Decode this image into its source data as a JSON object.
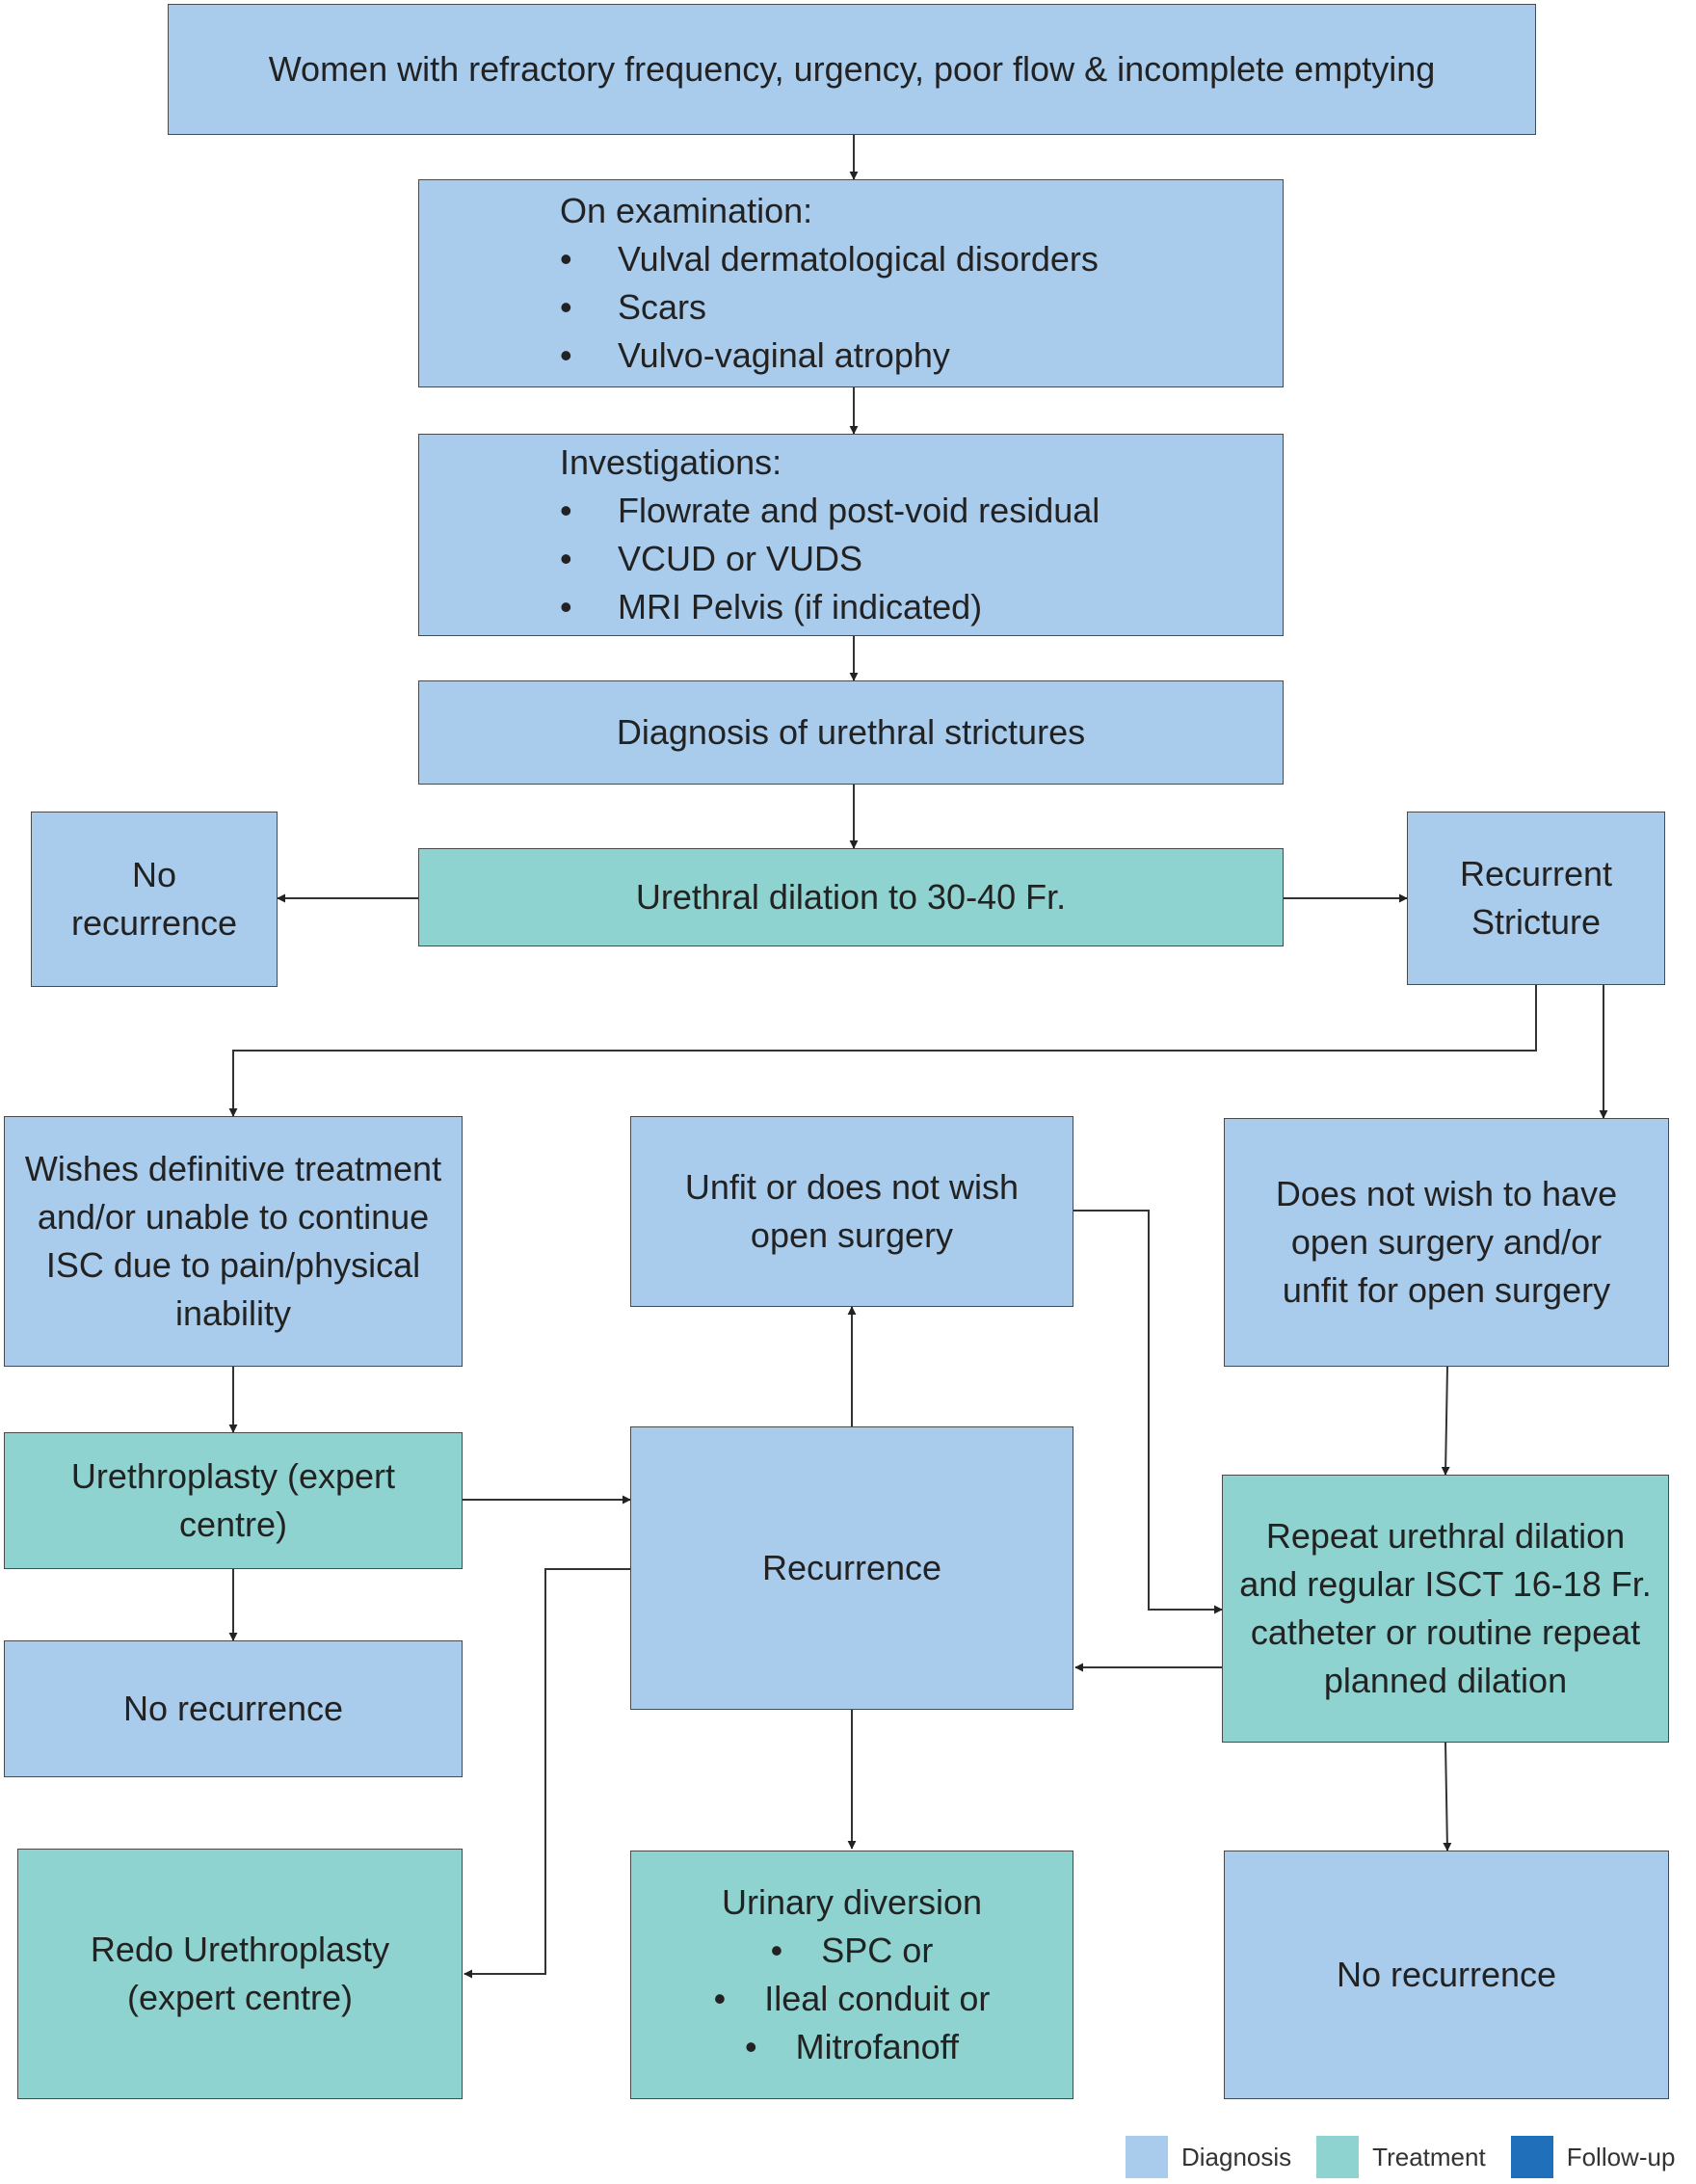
{
  "nodes": {
    "start": "Women with refractory frequency, urgency, poor flow & incomplete emptying",
    "exam": {
      "title": "On examination:",
      "items": [
        "Vulval  dermatological disorders",
        "Scars",
        "Vulvo-vaginal atrophy"
      ]
    },
    "investigations": {
      "title": "Investigations:",
      "items": [
        "Flowrate and post-void residual",
        "VCUD or VUDS",
        "MRI Pelvis (if indicated)"
      ]
    },
    "diagnosis": "Diagnosis of urethral strictures",
    "dilation": "Urethral dilation to 30-40 Fr.",
    "no_recurrence_top": "No recurrence",
    "recurrent_stricture": "Recurrent Stricture",
    "wishes_definitive": "Wishes definitive treatment and/or unable to continue ISC due to pain/physical inability",
    "unfit_open": "Unfit or does not wish open surgery",
    "does_not_wish": "Does not wish to have open surgery and/or unfit for open surgery",
    "urethroplasty": "Urethroplasty (expert centre)",
    "recurrence": "Recurrence",
    "repeat_dilation": "Repeat urethral dilation and regular ISCT 16-18 Fr. catheter or routine repeat planned dilation",
    "no_recurrence_left": "No recurrence",
    "redo_urethroplasty": "Redo Urethroplasty (expert centre)",
    "urinary_diversion": {
      "title": "Urinary diversion",
      "items": [
        "SPC or",
        "Ileal conduit or",
        "Mitrofanoff"
      ]
    },
    "no_recurrence_right": "No recurrence"
  },
  "legend": [
    {
      "label": "Diagnosis",
      "color": "#a9cbec"
    },
    {
      "label": "Treatment",
      "color": "#8fd3d0"
    },
    {
      "label": "Follow-up",
      "color": "#1f6fba"
    }
  ]
}
